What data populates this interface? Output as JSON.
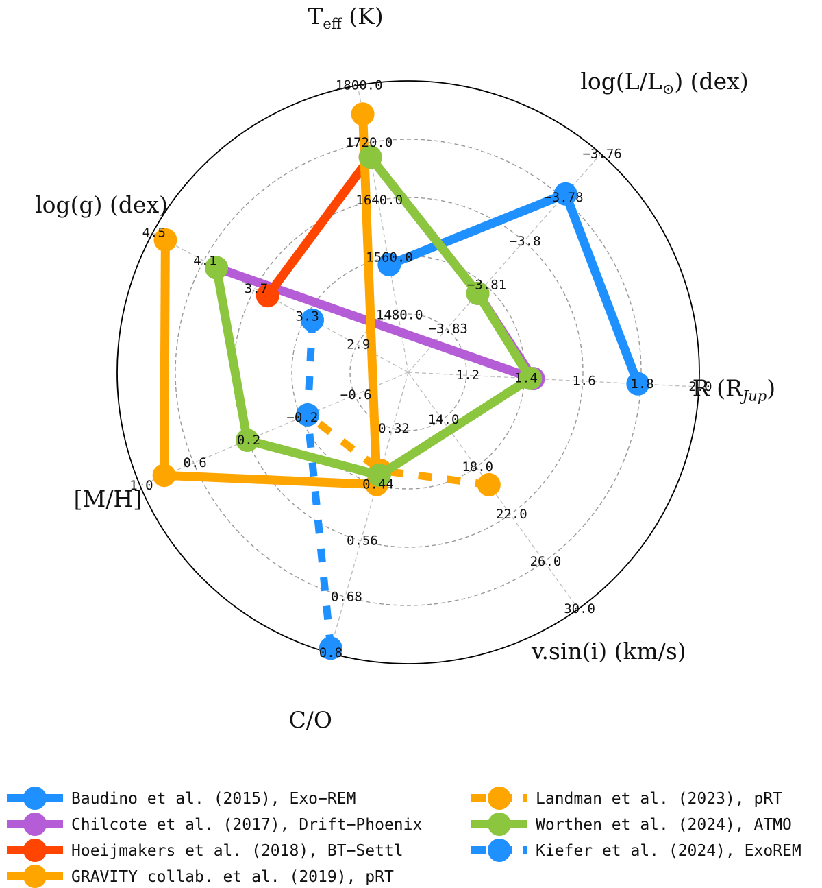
{
  "chart_data": {
    "type": "radar",
    "grid": true,
    "axes": [
      {
        "key": "teff",
        "label_main": "T",
        "label_sub": "eff",
        "label_suffix": " (K)",
        "ticks": [
          "1480.0",
          "1560.0",
          "1640.0",
          "1720.0",
          "1800.0"
        ],
        "range": [
          1400,
          1800
        ]
      },
      {
        "key": "logl",
        "label_main": "log(L/L",
        "label_sub": "⊙",
        "label_suffix": ") (dex)",
        "ticks": [
          "−3.83",
          "−3.81",
          "−3.8",
          "−3.78",
          "−3.76"
        ],
        "range": [
          -3.845,
          -3.755
        ]
      },
      {
        "key": "r",
        "label_main": "R (R",
        "label_sub": "Jup",
        "label_suffix": ")",
        "ticks": [
          "1.2",
          "1.4",
          "1.6",
          "1.8",
          "2.0"
        ],
        "range": [
          1.0,
          2.0
        ]
      },
      {
        "key": "vsini",
        "label_main": "v.sin(i) (km/s)",
        "label_sub": "",
        "label_suffix": "",
        "ticks": [
          "14.0",
          "18.0",
          "22.0",
          "26.0",
          "30.0"
        ],
        "range": [
          10,
          30
        ]
      },
      {
        "key": "co",
        "label_main": "C/O",
        "label_sub": "",
        "label_suffix": "",
        "ticks": [
          "0.32",
          "0.44",
          "0.56",
          "0.68",
          "0.8"
        ],
        "range": [
          0.2,
          0.8
        ]
      },
      {
        "key": "mh",
        "label_main": "[M/H]",
        "label_sub": "",
        "label_suffix": "",
        "ticks": [
          "−0.6",
          "−0.2",
          "0.2",
          "0.6",
          "1.0"
        ],
        "range": [
          -1.0,
          1.0
        ]
      },
      {
        "key": "logg",
        "label_main": "log(g) (dex)",
        "label_sub": "",
        "label_suffix": "",
        "ticks": [
          "2.9",
          "3.3",
          "3.7",
          "4.1",
          "4.5"
        ],
        "range": [
          2.5,
          4.5
        ]
      }
    ],
    "series": [
      {
        "name": "Baudino et al. (2015), Exo−REM",
        "color": "#1e90ff",
        "style": "solid",
        "values": {
          "teff": 1550,
          "logl": -3.7715,
          "r": 1.79
        }
      },
      {
        "name": "Chilcote et al. (2017), Drift−Phoenix",
        "color": "#b45dd6",
        "style": "solid",
        "values": {
          "teff": 1700,
          "logl": -3.8125,
          "r": 1.43,
          "logg": 4.0
        }
      },
      {
        "name": "Hoeijmakers et al. (2018), BT−Settl",
        "color": "#ff4500",
        "style": "solid",
        "values": {
          "teff": 1700,
          "logg": 3.6
        }
      },
      {
        "name": "GRAVITY collab. et al. (2019), pRT",
        "color": "#ffa500",
        "style": "solid",
        "values": {
          "teff": 1760,
          "logg": 4.4,
          "mh": 0.82,
          "co": 0.44
        }
      },
      {
        "name": "Landman et al. (2023), pRT",
        "color": "#ffa500",
        "style": "dashed",
        "values": {
          "mh": -0.25,
          "co": 0.41,
          "vsini": 19.5
        }
      },
      {
        "name": "Worthen et al. (2024), ATMO",
        "color": "#8cc63f",
        "style": "solid",
        "values": {
          "teff": 1700,
          "logl": -3.8125,
          "r": 1.42,
          "logg": 4.0,
          "mh": 0.2,
          "co": 0.42
        }
      },
      {
        "name": "Kiefer et al. (2024), ExoREM",
        "color": "#1e90ff",
        "style": "dashed",
        "values": {
          "logg": 3.25,
          "mh": -0.25,
          "co": 0.79
        }
      }
    ]
  }
}
